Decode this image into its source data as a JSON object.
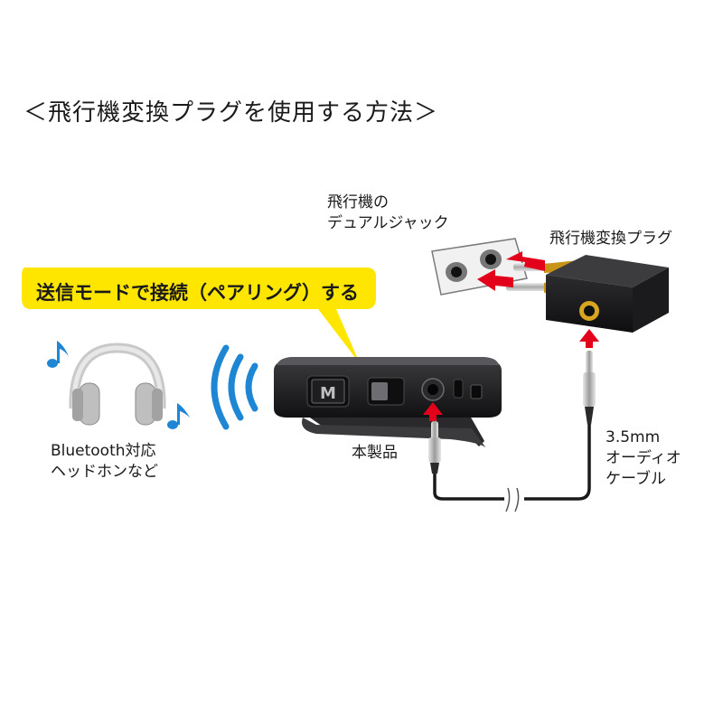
{
  "title": "＜飛行機変換プラグを使用する方法＞",
  "bubble": "送信モードで接続（ペアリング）する",
  "labels": {
    "dual_jack_line1": "飛行機の",
    "dual_jack_line2": "デュアルジャック",
    "plug": "飛行機変換プラグ",
    "headphone_line1": "Bluetooth対応",
    "headphone_line2": "ヘッドホンなど",
    "device": "本製品",
    "cable_line1": "3.5mm",
    "cable_line2": "オーディオ",
    "cable_line3": "ケーブル"
  },
  "device_switch_label": "M",
  "colors": {
    "bubble_fill": "#ffe600",
    "arrow_red": "#e3001b",
    "waves_blue": "#1f86d4",
    "note_blue": "#1f86d4",
    "device_body": "#1c1c1e",
    "plug_gold": "#d9a520"
  }
}
